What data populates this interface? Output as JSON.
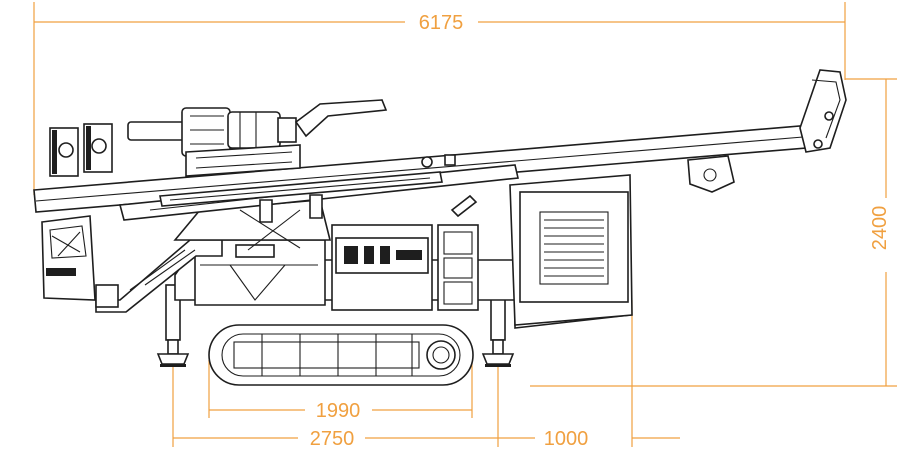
{
  "dimensions": {
    "overall_length": "6175",
    "height": "2400",
    "track_length": "1990",
    "outrigger_span": "2750",
    "rear_overhang": "1000"
  },
  "colors": {
    "dimension": "#f0a040",
    "ink": "#1e1e1e",
    "background": "#ffffff"
  }
}
